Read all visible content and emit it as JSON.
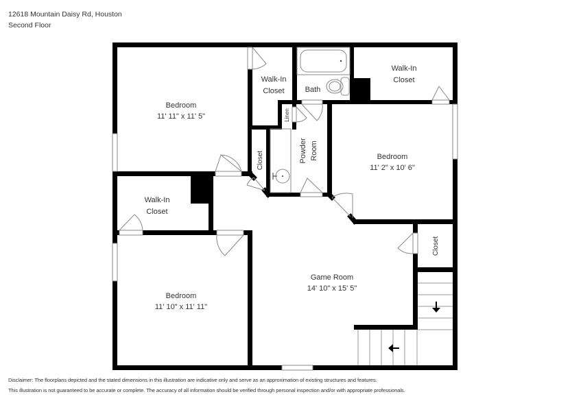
{
  "header": {
    "address": "12618 Mountain Daisy Rd, Houston",
    "floor": "Second Floor"
  },
  "rooms": {
    "bedroom_nw": {
      "name": "Bedroom",
      "dims": "11' 11\" x 11' 5\""
    },
    "walkin_top_left": {
      "line1": "Walk-In",
      "line2": "Closet"
    },
    "bath": {
      "name": "Bath"
    },
    "walkin_top_right": {
      "line1": "Walk-In",
      "line2": "Closet"
    },
    "linen": {
      "name": "Linen"
    },
    "closet_hall": {
      "name": "Closet"
    },
    "powder_room": {
      "line1": "Powder",
      "line2": "Room"
    },
    "bedroom_ne": {
      "name": "Bedroom",
      "dims": "11' 2\" x 10' 6\""
    },
    "walkin_mid_left": {
      "line1": "Walk-In",
      "line2": "Closet"
    },
    "closet_east": {
      "name": "Closet"
    },
    "game_room": {
      "name": "Game Room",
      "dims": "14' 10\" x 15' 5\""
    },
    "bedroom_sw": {
      "name": "Bedroom",
      "dims": "11' 10\" x 11' 11\""
    }
  },
  "stairs": {
    "upper_arrow": "down-arrow",
    "lower_arrow": "left-arrow"
  },
  "disclaimer": {
    "line1": "Disclaimer: The floorplans depicted and the stated dimensions in this illustration are indicative only and serve as an approximation of existing structures and features.",
    "line2": "This illustration is not guaranteed to be accurate or complete. The accuracy of all information should be verified through personal inspection and/or with appropriate professionals."
  },
  "colors": {
    "wall": "#000000",
    "thin_line": "#888888",
    "background": "#ffffff"
  }
}
